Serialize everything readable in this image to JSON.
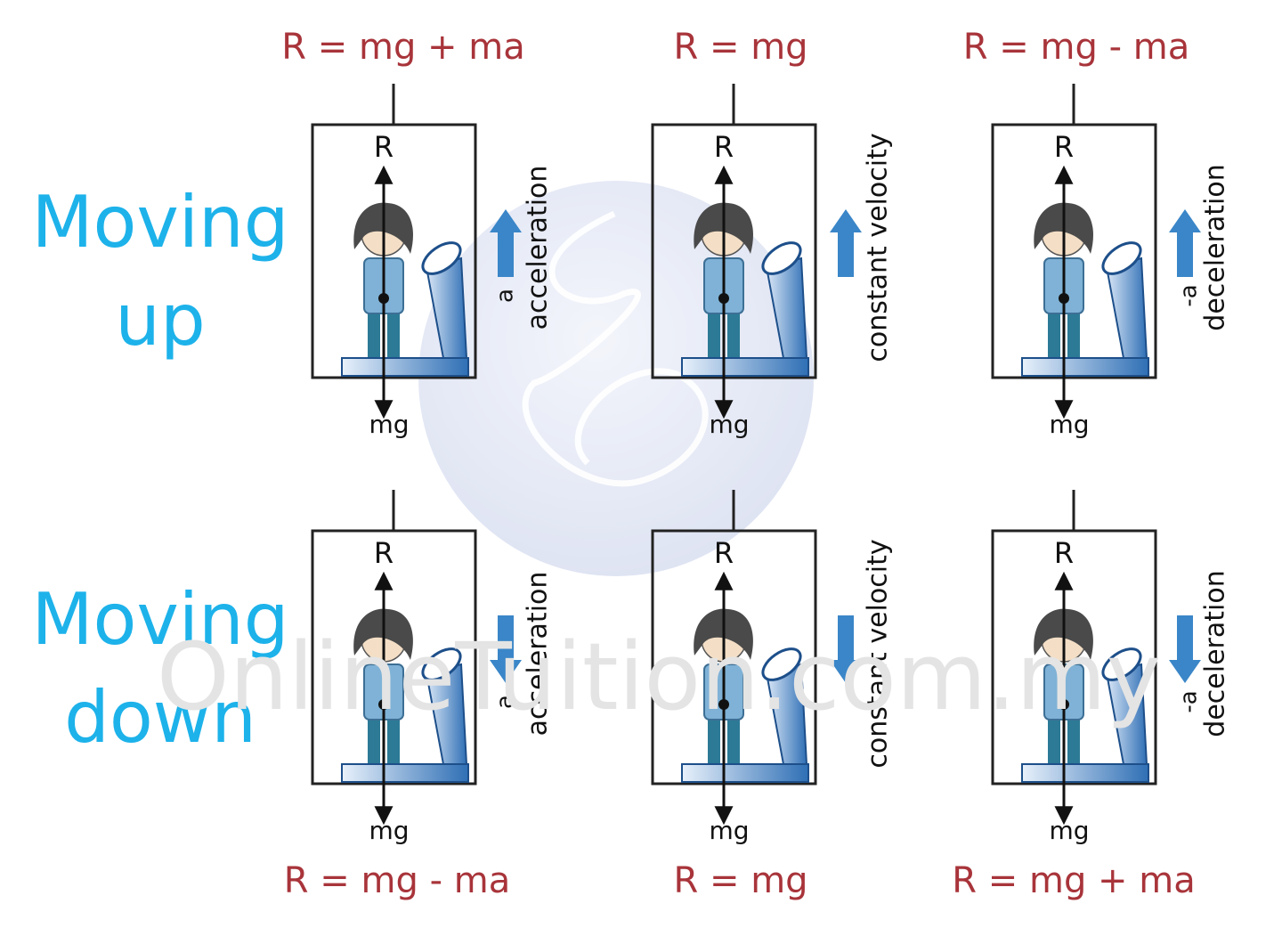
{
  "watermark": "OnlineTuition.com.my",
  "rows": [
    {
      "label_line1": "Moving",
      "label_line2": "up"
    },
    {
      "label_line1": "Moving",
      "label_line2": "down"
    }
  ],
  "top_formulas": [
    "R = mg + ma",
    "R = mg",
    "R = mg - ma"
  ],
  "bottom_formulas": [
    "R = mg - ma",
    "R = mg",
    "R = mg + ma"
  ],
  "force_labels": {
    "reaction": "R",
    "weight": "mg"
  },
  "columns": [
    {
      "motion": "acceleration",
      "accel_symbol": "a"
    },
    {
      "motion": "constant velocity",
      "accel_symbol": ""
    },
    {
      "motion": "deceleration",
      "accel_symbol": "-a"
    }
  ],
  "arrow_directions": [
    [
      "up",
      "up",
      "up"
    ],
    [
      "down",
      "down",
      "down"
    ]
  ],
  "colors": {
    "formula": "#a8343a",
    "row_label": "#1db2ea",
    "arrow": "#3a86c8",
    "scale": "#2f6fb5",
    "watermark": "#e4e4e4"
  }
}
